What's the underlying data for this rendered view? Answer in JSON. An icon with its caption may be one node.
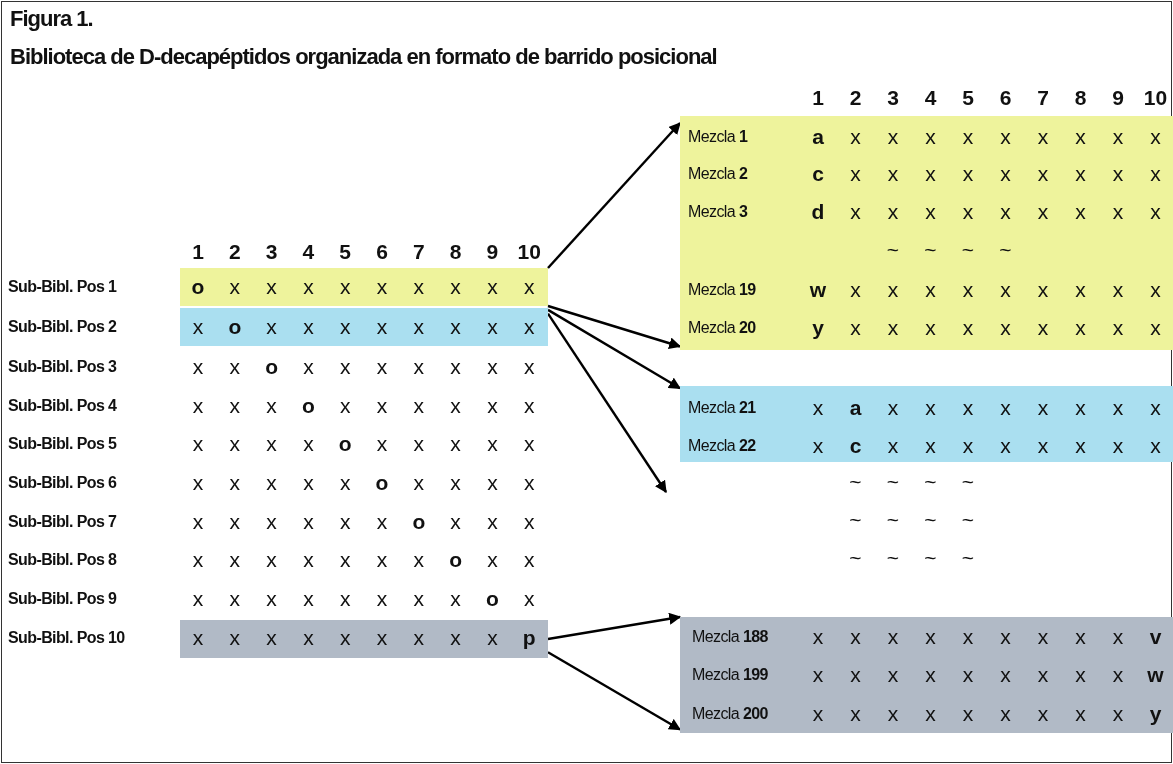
{
  "diagram": {
    "title": "Figura 1.",
    "caption": "Biblioteca de D-decapéptidos organizada en formato de barrido posicional",
    "nodes": [
      {
        "text": [
          "Mezcla **1**",
          "a",
          "x",
          "x",
          "x",
          "x",
          "x",
          "x",
          "x",
          "x",
          "x",
          "Mezcla **2**",
          "c",
          "x",
          "x",
          "x",
          "x",
          "x",
          "x",
          "x",
          "x",
          "x",
          "Mezcla **3**",
          "d",
          "x",
          "x",
          "x",
          "x",
          "x",
          "x",
          "x",
          "x",
          "x",
          "~",
          "~",
          "~",
          "~",
          "Mezcla **19**",
          "w",
          "x",
          "x",
          "x",
          "x",
          "x",
          "x",
          "x",
          "x",
          "x",
          "Mezcla **20**",
          "y",
          "x",
          "x",
          "x",
          "x",
          "x",
          "x",
          "x",
          "x",
          "x"
        ]
      },
      {
        "text": [
          "Sub-Bibl. Pos 1",
          "o",
          "x",
          "x",
          "x",
          "x",
          "x",
          "x",
          "x",
          "x",
          "x"
        ]
      },
      {
        "text": [
          "Sub-Bibl. Pos 2",
          "x",
          "o",
          "x",
          "x",
          "x",
          "x",
          "x",
          "x",
          "x",
          "x"
        ]
      },
      {
        "text": [
          "Mezcla **21**",
          "x",
          "a",
          "x",
          "x",
          "x",
          "x",
          "x",
          "x",
          "x",
          "x",
          "Mezcla **22**",
          "x",
          "c",
          "x",
          "x",
          "x",
          "x",
          "x",
          "x",
          "x",
          "x"
        ]
      },
      {
        "text": [
          "Sub-Bibl. Pos 10",
          "x",
          "x",
          "x",
          "x",
          "x",
          "x",
          "x",
          "x",
          "x",
          "p"
        ]
      },
      {
        "text": [
          "Mezcla **188**",
          "x",
          "x",
          "x",
          "x",
          "x",
          "x",
          "x",
          "x",
          "x",
          "v",
          "Mezcla **199**",
          "x",
          "x",
          "x",
          "x",
          "x",
          "x",
          "x",
          "x",
          "x",
          "w",
          "Mezcla **200**",
          "x",
          "x",
          "x",
          "x",
          "x",
          "x",
          "x",
          "x",
          "x",
          "y"
        ]
      }
    ],
    "edges": [
      {
        "from": 1,
        "to": 0,
        "arrow": "to"
      },
      {
        "from": 1,
        "to": 0,
        "arrow": "to"
      },
      {
        "from": 2,
        "to": 3,
        "arrow": "to"
      },
      {
        "from": 2,
        "to": null,
        "arrow": "to"
      },
      {
        "from": 4,
        "to": 5,
        "arrow": "to"
      },
      {
        "from": 4,
        "to": 5,
        "arrow": "to"
      }
    ],
    "labels": [
      "1",
      "2",
      "3",
      "4",
      "5",
      "6",
      "7",
      "8",
      "9",
      "10",
      "1",
      "2",
      "3",
      "4",
      "5",
      "6",
      "7",
      "8",
      "9",
      "10",
      "Sub-Bibl. Pos 3",
      "x",
      "x",
      "o",
      "x",
      "x",
      "x",
      "x",
      "x",
      "x",
      "x",
      "Sub-Bibl. Pos 4",
      "x",
      "x",
      "x",
      "o",
      "x",
      "x",
      "x",
      "x",
      "x",
      "x",
      "Sub-Bibl. Pos 5",
      "x",
      "x",
      "x",
      "x",
      "o",
      "x",
      "x",
      "x",
      "x",
      "x",
      "Sub-Bibl. Pos 6",
      "x",
      "x",
      "x",
      "x",
      "x",
      "o",
      "x",
      "x",
      "x",
      "x",
      "Sub-Bibl. Pos 7",
      "x",
      "x",
      "x",
      "x",
      "x",
      "x",
      "o",
      "x",
      "x",
      "x",
      "Sub-Bibl. Pos 8",
      "x",
      "x",
      "x",
      "x",
      "x",
      "x",
      "x",
      "o",
      "x",
      "x",
      "Sub-Bibl. Pos 9",
      "x",
      "x",
      "x",
      "x",
      "x",
      "x",
      "x",
      "x",
      "o",
      "x",
      "~",
      "~",
      "~",
      "~",
      "~",
      "~",
      "~",
      "~",
      "~",
      "~",
      "~",
      "~"
    ]
  }
}
